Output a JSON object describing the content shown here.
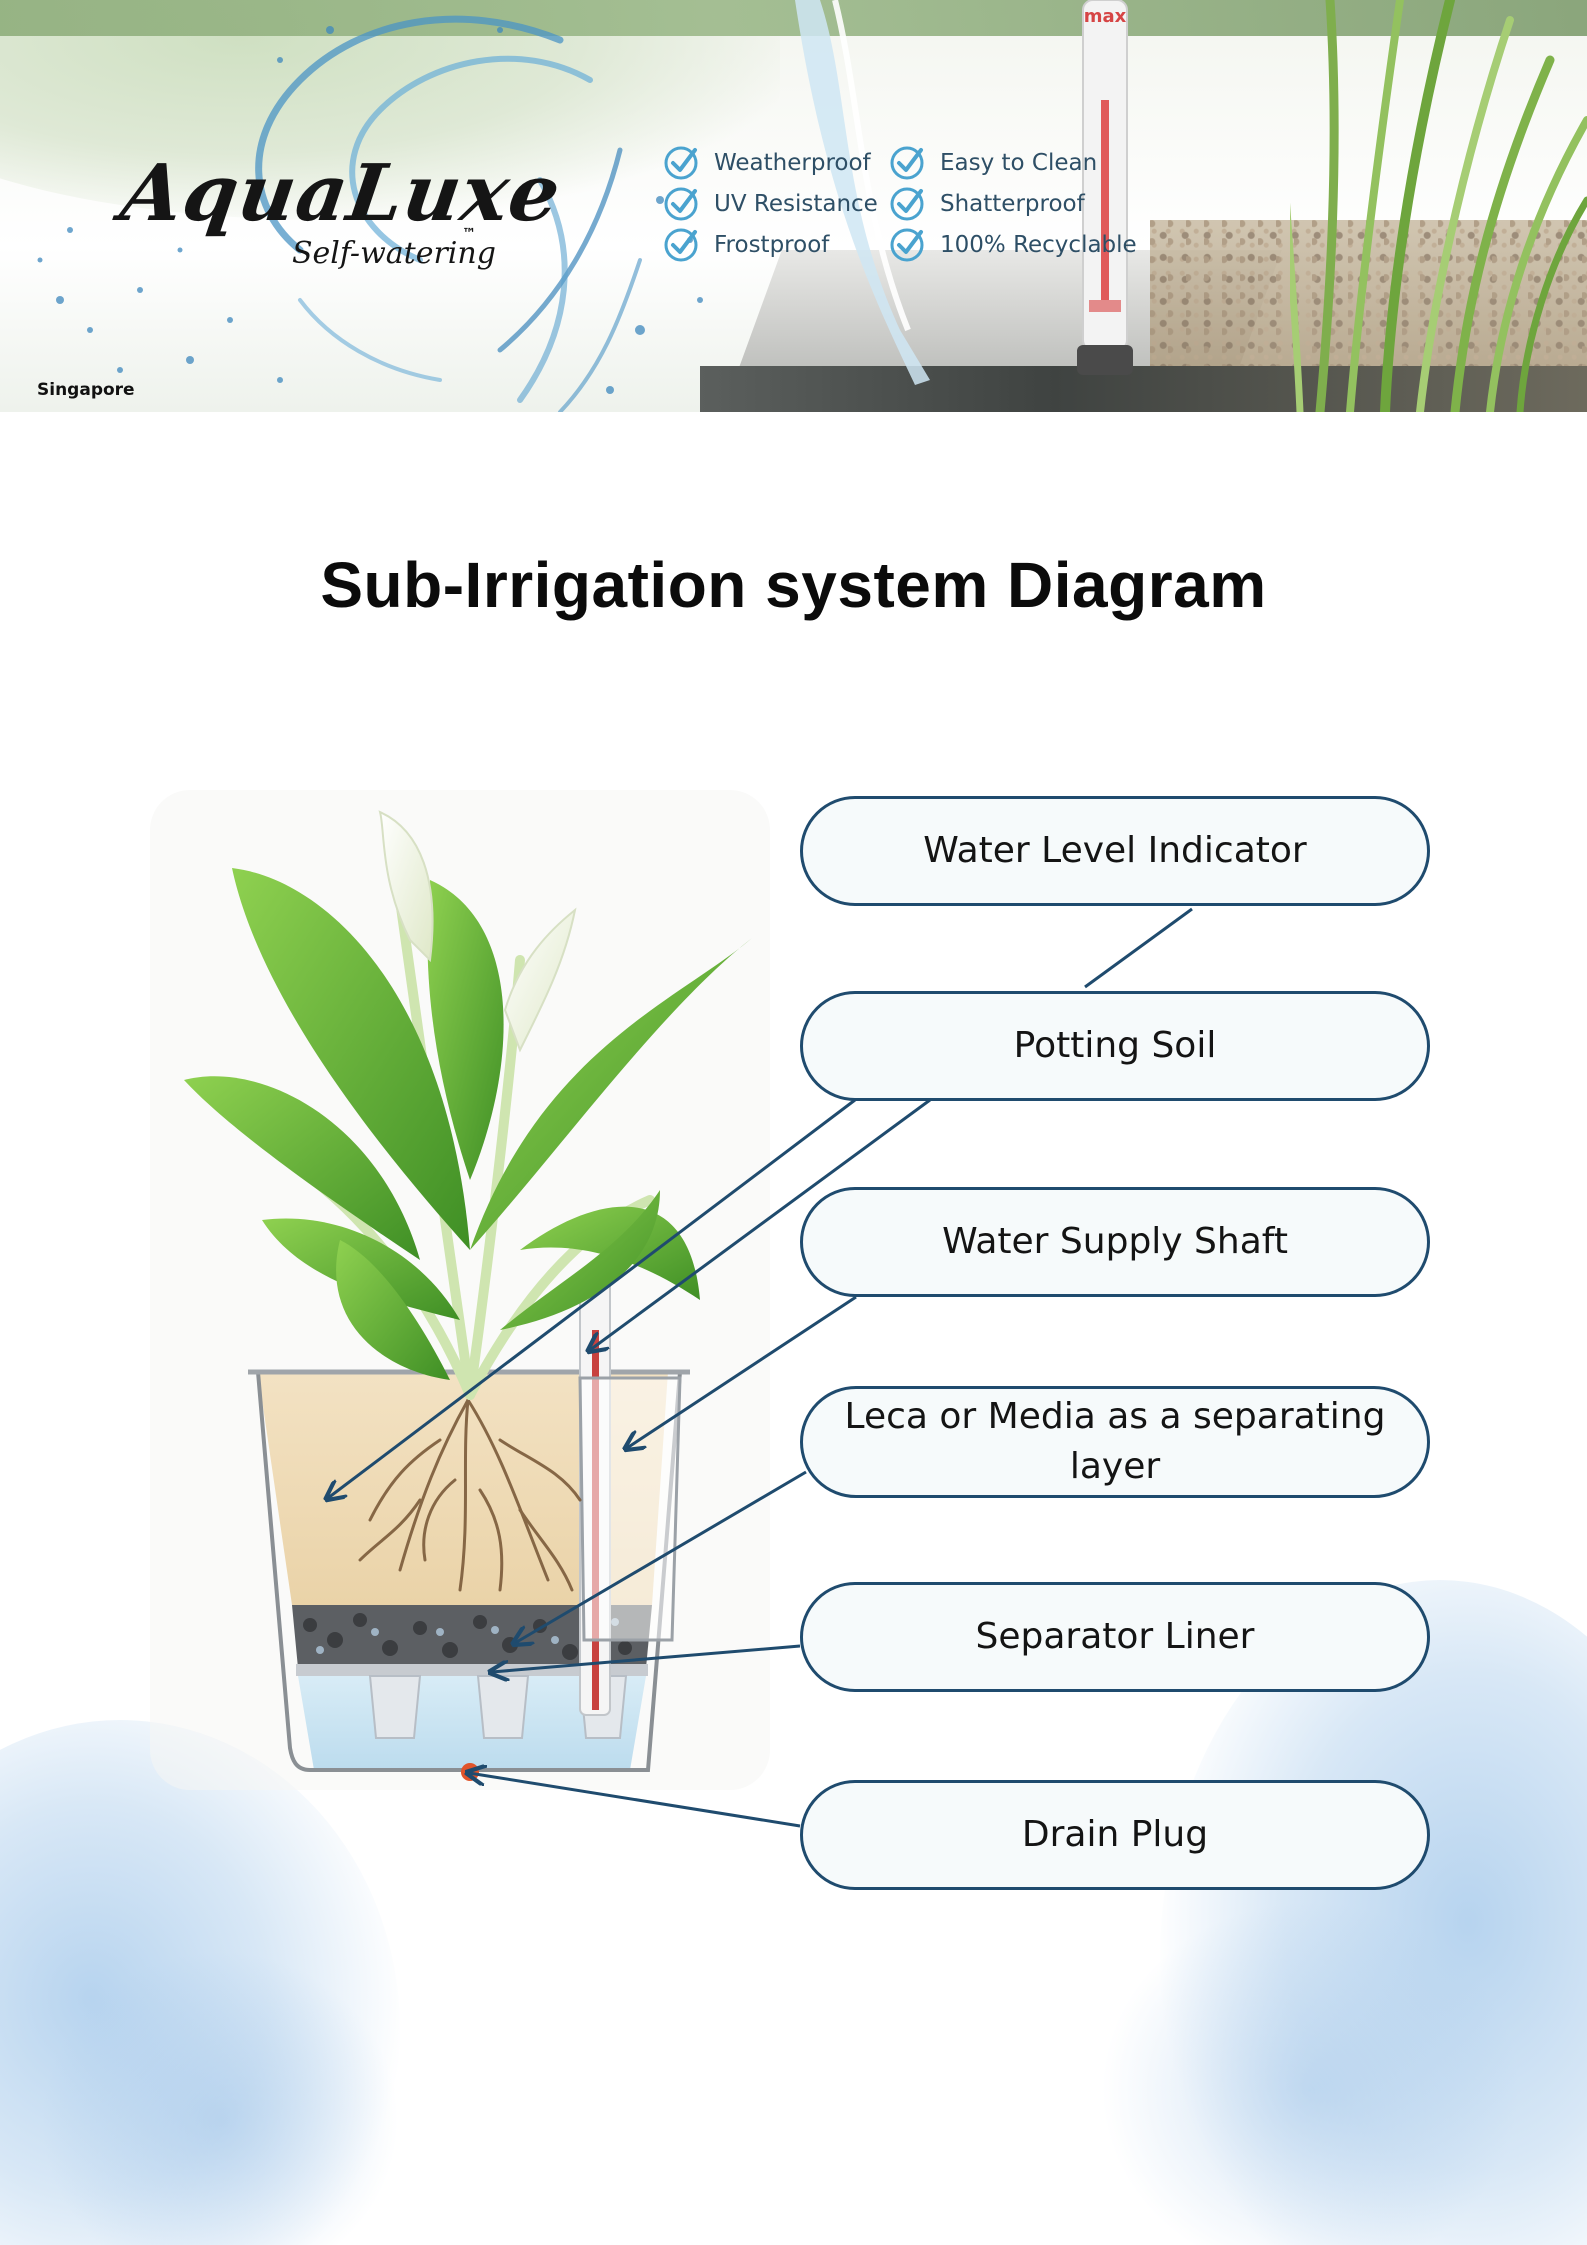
{
  "banner": {
    "logo": "AquaLuxe",
    "logo_sub": "Self-watering",
    "trademark": "™",
    "region": "Singapore",
    "features": [
      "Weatherproof",
      "UV Resistance",
      "Frostproof",
      "Easy to Clean",
      "Shatterproof",
      "100% Recyclable"
    ],
    "tube_text": "max"
  },
  "title": "Sub-Irrigation system Diagram",
  "diagram": {
    "labels": [
      "Water Level Indicator",
      "Potting Soil",
      "Water Supply Shaft",
      "Leca or Media as a separating layer",
      "Separator Liner",
      "Drain Plug"
    ],
    "line_color": "#1f4b6e"
  },
  "colors": {
    "accent": "#1f4b6e",
    "check": "#4aa3cf",
    "leaf": "#5aa632",
    "wash": "#b9d6ee"
  }
}
